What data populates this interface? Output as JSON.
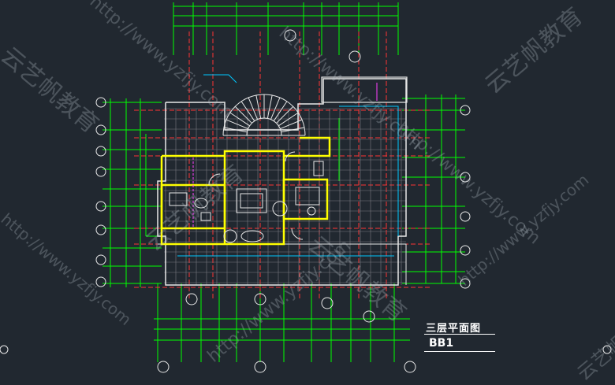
{
  "drawing": {
    "title": "三层平面图",
    "code": "BB1"
  },
  "watermarks": [
    "云艺帆教育",
    "http://www.yzfjy.com"
  ],
  "colors": {
    "background": "#212830",
    "grid_dim": "#00ff00",
    "wall": "#ffff00",
    "axis_red": "#ff3333",
    "white_line": "#e8e8e8",
    "cyan": "#00c8ff",
    "magenta": "#ff40ff"
  }
}
